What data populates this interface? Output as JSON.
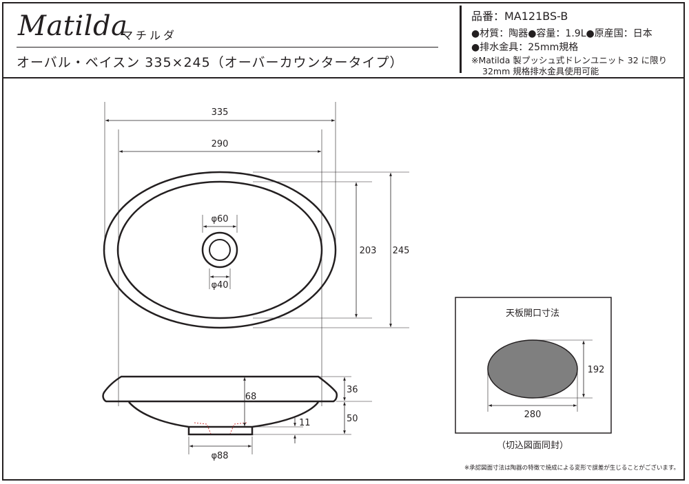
{
  "header": {
    "brand": "Matilda",
    "brand_kana": "マチルダ",
    "product_title": "オーバル・ベイスン 335×245（オーバーカウンタータイプ）"
  },
  "specs": {
    "model": "品番：MA121BS-B",
    "line1": "●材質：陶器●容量：1.9L●原産国：日本",
    "line2": "●排水金具：25mm規格",
    "line3": "※Matilda 製プッシュ式ドレンユニット 32 に限り",
    "line4": "32mm 規格排水金具使用可能"
  },
  "dimensions": {
    "outer_width": "335",
    "inner_width": "290",
    "inner_depth": "203",
    "outer_depth": "245",
    "drain_outer": "φ60",
    "drain_inner": "φ40",
    "rim_height": "36",
    "bowl_height": "68",
    "body_height": "50",
    "foot_height": "11",
    "foot_diameter": "φ88"
  },
  "cutout": {
    "title": "天板開口寸法",
    "width": "280",
    "depth": "192",
    "caption": "（切込図面同封）"
  },
  "footnote": "※承認図面寸法は陶器の特徴で焼成による変形で誤差が生じることがございます。",
  "colors": {
    "line": "#231f20",
    "cutout_fill": "#7f7f7f"
  }
}
